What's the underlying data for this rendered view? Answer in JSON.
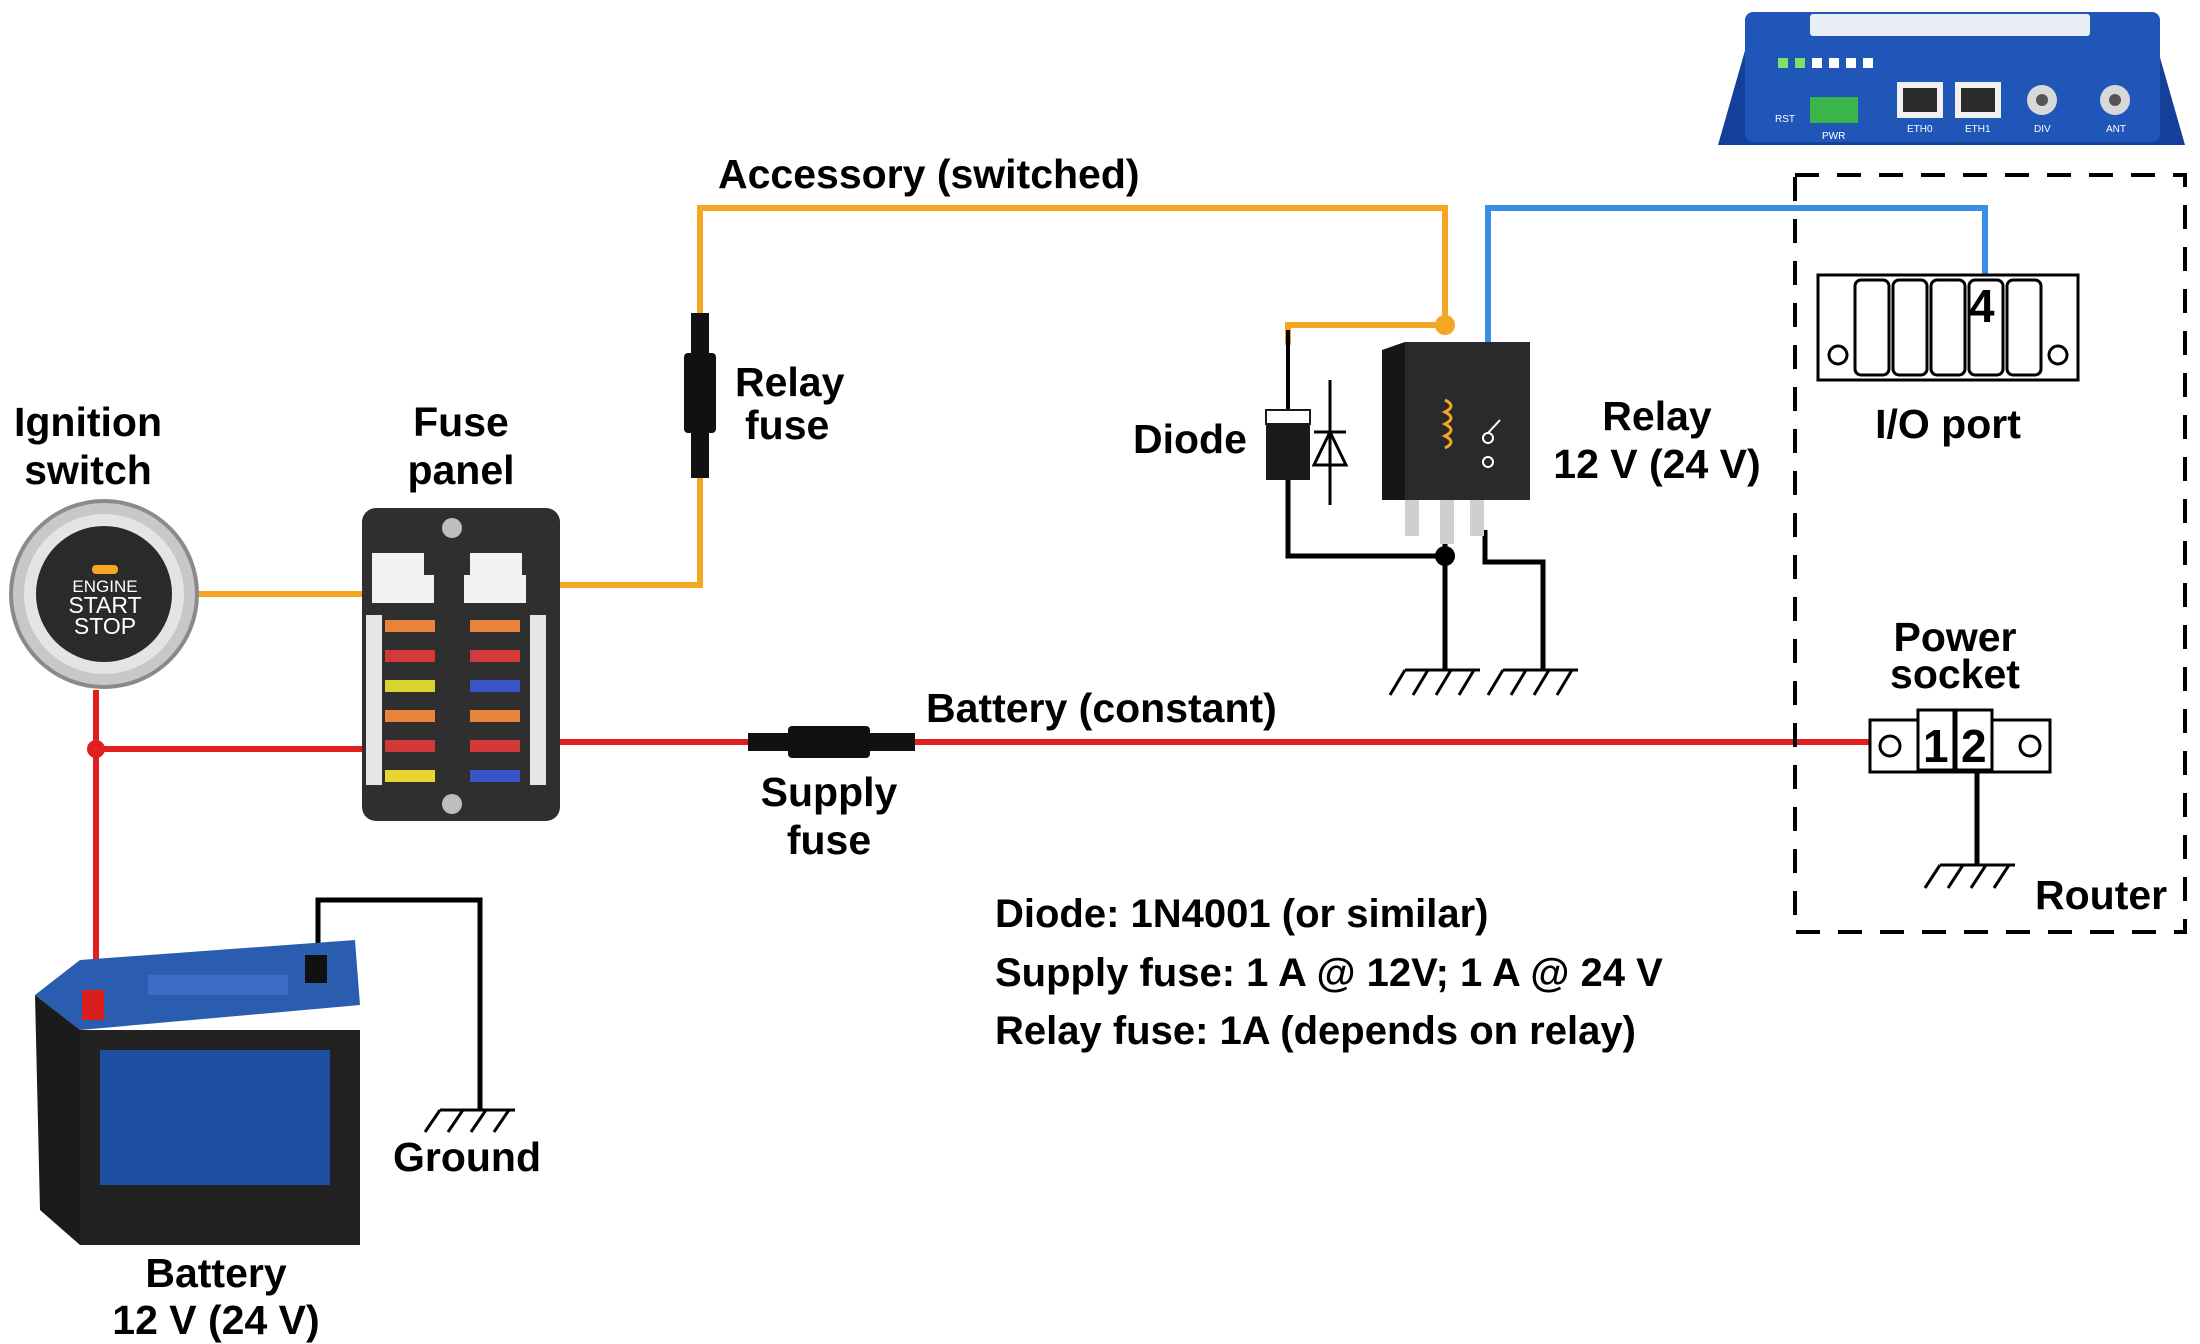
{
  "labels": {
    "ignition_switch_line1": "Ignition",
    "ignition_switch_line2": "switch",
    "fuse_panel_line1": "Fuse",
    "fuse_panel_line2": "panel",
    "accessory": "Accessory (switched)",
    "relay_fuse_line1": "Relay",
    "relay_fuse_line2": "fuse",
    "diode": "Diode",
    "relay_line1": "Relay",
    "relay_line2": "12 V (24 V)",
    "io_port": "I/O port",
    "battery_constant": "Battery (constant)",
    "power_socket_line1": "Power",
    "power_socket_line2": "socket",
    "supply_fuse_line1": "Supply",
    "supply_fuse_line2": "fuse",
    "router": "Router",
    "ground": "Ground",
    "battery_line1": "Battery",
    "battery_line2": "12 V (24 V)"
  },
  "notes": [
    "Diode: 1N4001 (or similar)",
    "Supply fuse: 1 A @ 12V; 1 A @ 24 V",
    "Relay fuse: 1A (depends on relay)"
  ],
  "button": {
    "line1": "ENGINE",
    "line2": "START",
    "line3": "STOP"
  },
  "pins": {
    "io_pin": "4",
    "power_pin_1": "1",
    "power_pin_2": "2"
  },
  "router_ports": {
    "rst": "RST",
    "pwr": "PWR",
    "eth0": "ETH0",
    "eth1": "ETH1",
    "div": "DIV",
    "ant": "ANT"
  },
  "colors": {
    "accessory_wire": "#f5a623",
    "battery_wire": "#e02020",
    "signal_wire": "#3a8ee6",
    "ground_wire": "#000000",
    "router_body": "#1f56b8",
    "battery_body": "#2a5cb0"
  }
}
